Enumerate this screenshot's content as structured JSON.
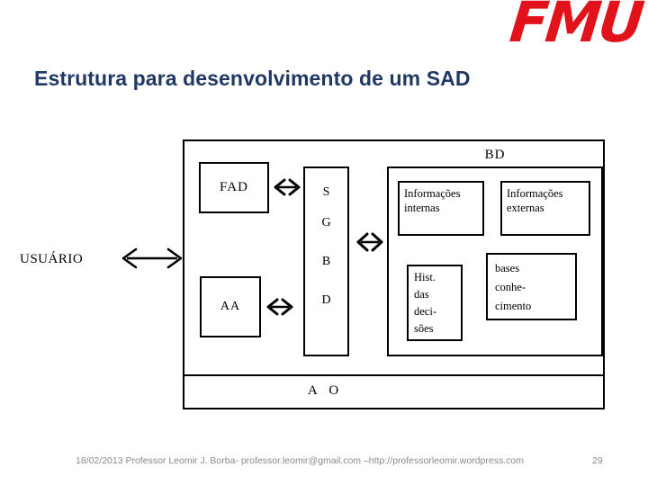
{
  "brand": {
    "logo_text": "FMU",
    "logo_color": "#e2121a"
  },
  "slide": {
    "title": "Estrutura para desenvolvimento de um SAD",
    "title_color": "#1f3864"
  },
  "diagram": {
    "user_label": "USUÁRIO",
    "fad_label": "FAD",
    "aa_label": "AA",
    "sgbd_letters": [
      "S",
      "G",
      "B",
      "D"
    ],
    "bd_label": "BD",
    "bd_boxes": [
      {
        "name": "informacoes-internas",
        "line1": "Informações",
        "line2": "internas"
      },
      {
        "name": "informacoes-externas",
        "line1": "Informações",
        "line2": "externas"
      },
      {
        "name": "historico-decisoes",
        "line1": "Hist.",
        "line2": "das",
        "line3": "deci-",
        "line4": "sões"
      },
      {
        "name": "bases-conhecimento",
        "line1": "bases",
        "line2": "conhe-",
        "line3": "cimento"
      }
    ],
    "bottom_bar_label": "A  O"
  },
  "footer": {
    "credit": "18/02/2013 Professor Leomir J. Borba-  professor.leomir@gmail.com –http://professorleomir.wordpress.com",
    "page_number": "29",
    "color": "#8a8a8a"
  }
}
